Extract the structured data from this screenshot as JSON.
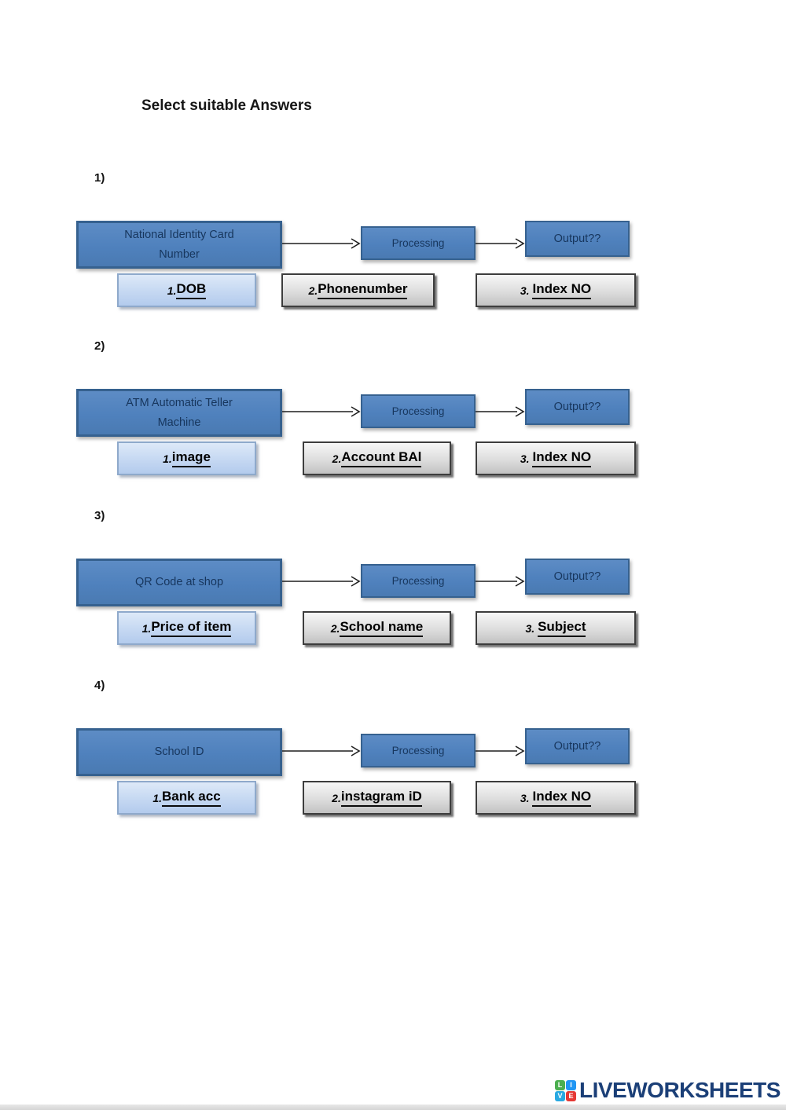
{
  "page": {
    "title": "Select suitable Answers"
  },
  "colors": {
    "flow_box_fill": "#4f81bd",
    "flow_box_border": "#36618f",
    "flow_box_text": "#17365d",
    "option_blue_fill": "#c5d8f2",
    "option_blue_border": "#8ea9cb",
    "option_gray_fill": "#d9d9d9",
    "option_gray_border": "#3d3d3d",
    "brand_text": "#1b3f77"
  },
  "questions": [
    {
      "number": "1)",
      "input_line1": "National Identity Card",
      "input_line2": "Number",
      "process_label": "Processing",
      "output_label": "Output??",
      "options": [
        {
          "prefix": "1.",
          "label": "DOB"
        },
        {
          "prefix": "2.",
          "label": "Phonenumber"
        },
        {
          "prefix": "3. ",
          "label": "Index NO"
        }
      ]
    },
    {
      "number": "2)",
      "input_line1": "ATM Automatic Teller",
      "input_line2": "Machine",
      "process_label": "Processing",
      "output_label": "Output??",
      "options": [
        {
          "prefix": "1.",
          "label": "image"
        },
        {
          "prefix": "2.",
          "label": "Account BAl"
        },
        {
          "prefix": "3. ",
          "label": "Index NO"
        }
      ]
    },
    {
      "number": "3)",
      "input_line1": "QR Code at shop",
      "input_line2": "",
      "process_label": "Processing",
      "output_label": "Output??",
      "options": [
        {
          "prefix": "1.",
          "label": "Price of item"
        },
        {
          "prefix": "2.",
          "label": "School name"
        },
        {
          "prefix": "3. ",
          "label": "Subject"
        }
      ]
    },
    {
      "number": "4)",
      "input_line1": "School ID",
      "input_line2": "",
      "process_label": "Processing",
      "output_label": "Output??",
      "options": [
        {
          "prefix": "1.",
          "label": "Bank acc"
        },
        {
          "prefix": "2.",
          "label": "instagram iD"
        },
        {
          "prefix": "3. ",
          "label": "Index NO"
        }
      ]
    }
  ],
  "footer": {
    "brand": "LIVEWORKSHEETS",
    "tiles": [
      {
        "letter": "L",
        "color": "#4caf50"
      },
      {
        "letter": "I",
        "color": "#2196f3"
      },
      {
        "letter": "V",
        "color": "#29a9e1"
      },
      {
        "letter": "E",
        "color": "#e53935"
      }
    ]
  }
}
